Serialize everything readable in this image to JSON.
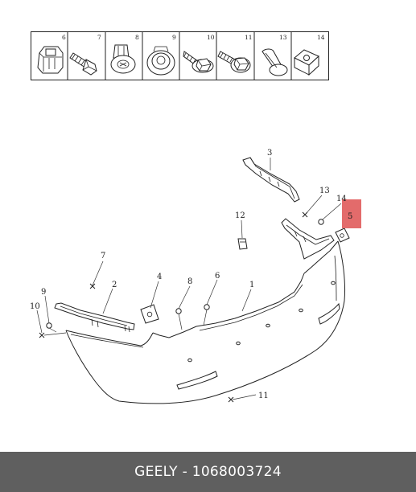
{
  "legend": [
    {
      "num": "6",
      "icon": "push-clip-icon"
    },
    {
      "num": "7",
      "icon": "bolt-icon"
    },
    {
      "num": "8",
      "icon": "rivet-icon"
    },
    {
      "num": "9",
      "icon": "grommet-icon"
    },
    {
      "num": "10",
      "icon": "screw-washer-icon"
    },
    {
      "num": "11",
      "icon": "flange-bolt-icon"
    },
    {
      "num": "13",
      "icon": "plug-icon"
    },
    {
      "num": "14",
      "icon": "square-nut-icon"
    }
  ],
  "callouts": {
    "c1": "1",
    "c2": "2",
    "c3": "3",
    "c4": "4",
    "c5": "5",
    "c6": "6",
    "c7": "7",
    "c8": "8",
    "c9": "9",
    "c10": "10",
    "c11": "11",
    "c12": "12",
    "c13": "13",
    "c14": "14"
  },
  "highlight_color": "#e36b6b",
  "footer": {
    "text": "GEELY - 1068003724"
  }
}
